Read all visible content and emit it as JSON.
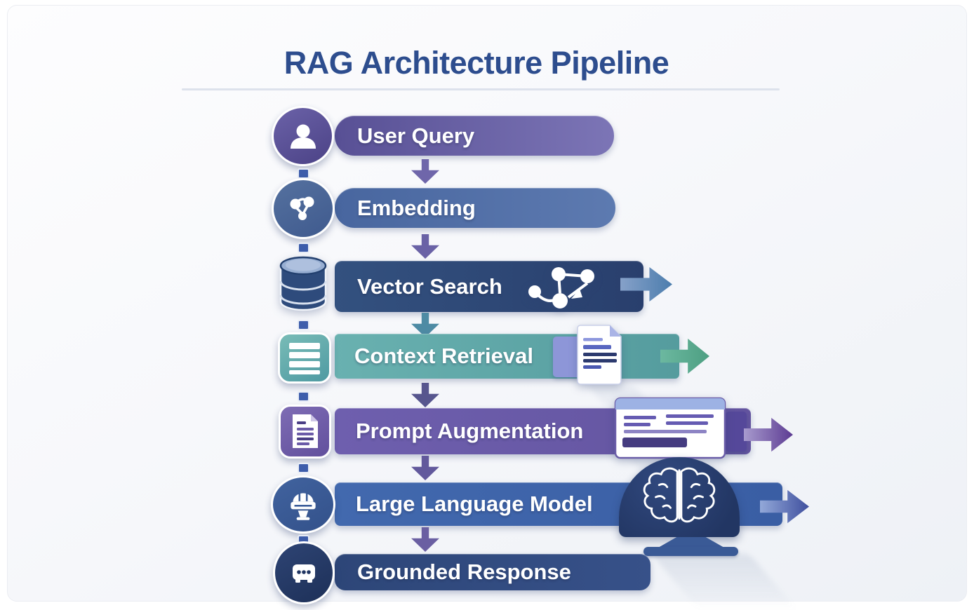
{
  "title": "RAG Architecture Pipeline",
  "theme": {
    "title_color": "#2d4d8e",
    "background": "#f5f7fa",
    "divider": "#dde2ec",
    "connector": "#3d5dab",
    "label_text": "#ffffff"
  },
  "steps": [
    {
      "label": "User Query",
      "icon": "user-icon",
      "icon_from": "#6b62a8",
      "icon_to": "#4b4286",
      "bar_from": "#585095",
      "bar_to": "#7c75b6",
      "down_arrow": "#6f66aa"
    },
    {
      "label": "Embedding",
      "icon": "network-nodes-icon",
      "icon_from": "#55719f",
      "icon_to": "#3f5a8e",
      "bar_from": "#48669f",
      "bar_to": "#5d7ab0",
      "down_arrow": "#6a62a6"
    },
    {
      "label": "Vector Search",
      "icon": "database-icon",
      "icon_from": "#3b5c92",
      "icon_to": "#27416f",
      "bar_from": "#33517f",
      "bar_to": "#293f6d",
      "down_arrow": "#4e8ba4",
      "right_arrow_from": "#86a1c9",
      "right_arrow_to": "#4c7dad",
      "decoration": "graph-network-icon"
    },
    {
      "label": "Context Retrieval",
      "icon": "list-icon",
      "icon_from": "#79bcb7",
      "icon_to": "#4f9aa2",
      "bar_from": "#69b1b0",
      "bar_to": "#559c9e",
      "down_arrow": "#57568e",
      "right_arrow_from": "#6cb8a0",
      "right_arrow_to": "#4d9f82",
      "decoration": "document-icon",
      "deco_main": "#8d96d8"
    },
    {
      "label": "Prompt Augmentation",
      "icon": "document-icon",
      "icon_from": "#7e6cb4",
      "icon_to": "#62509d",
      "bar_from": "#6e5fae",
      "bar_to": "#63549f",
      "down_arrow": "#62599c",
      "right_arrow_from": "#a89bce",
      "right_arrow_to": "#5c3b92",
      "decoration": "text-card-icon",
      "deco_main": "#55489a"
    },
    {
      "label": "Large Language Model",
      "icon": "robot-icon",
      "icon_from": "#41639f",
      "icon_to": "#33518a",
      "bar_from": "#4269ae",
      "bar_to": "#3a5ea4",
      "down_arrow": "#6a5fa2",
      "right_arrow_from": "#93a9d9",
      "right_arrow_to": "#3f4f9e",
      "decoration": "brain-monitor-icon",
      "deco_main": "#31497f",
      "deco_accent": "#223663",
      "monitor_stand": "#3a5a96"
    },
    {
      "label": "Grounded Response",
      "icon": "chat-bubble-icon",
      "icon_from": "#2e4474",
      "icon_to": "#1d3058",
      "bar_from": "#2d4678",
      "bar_to": "#375189"
    }
  ]
}
